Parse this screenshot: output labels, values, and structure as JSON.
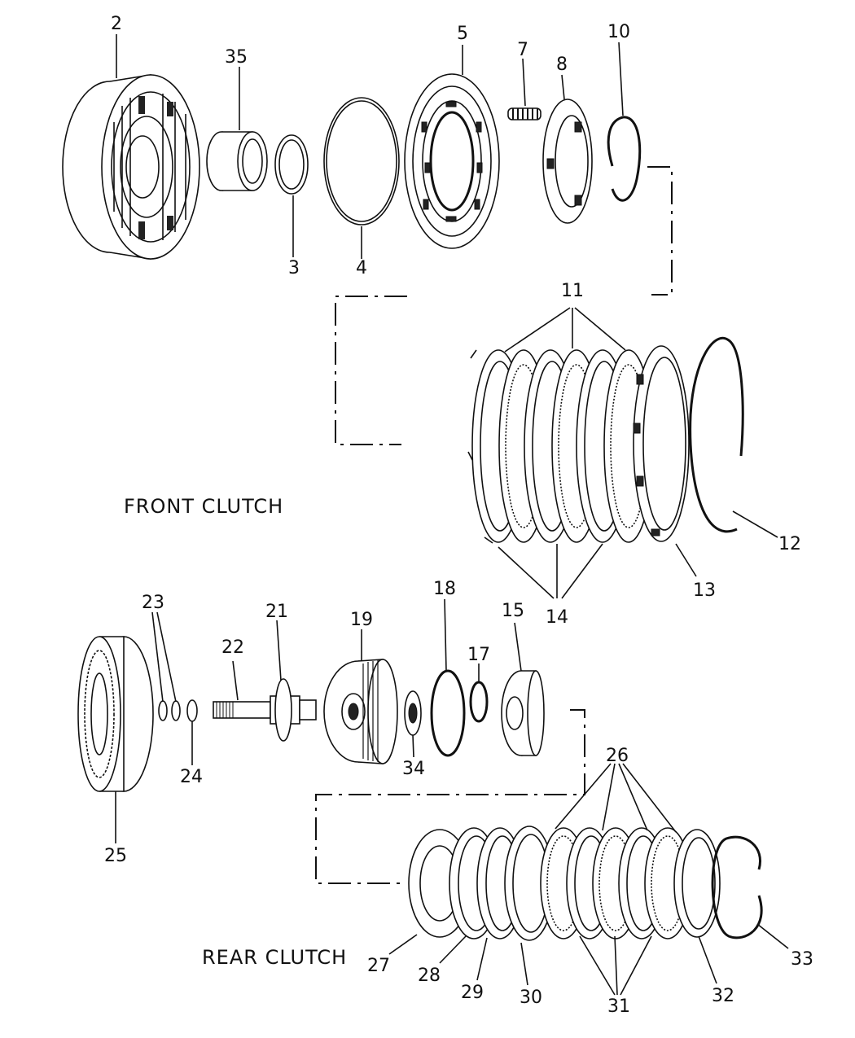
{
  "sections": {
    "front": "FRONT CLUTCH",
    "rear": "REAR CLUTCH"
  },
  "callouts": {
    "c2": "2",
    "c35": "35",
    "c3": "3",
    "c4": "4",
    "c5": "5",
    "c7": "7",
    "c8": "8",
    "c10": "10",
    "c11": "11",
    "c12": "12",
    "c13": "13",
    "c14": "14",
    "c15": "15",
    "c17": "17",
    "c18": "18",
    "c19": "19",
    "c21": "21",
    "c22": "22",
    "c23": "23",
    "c24": "24",
    "c25": "25",
    "c26": "26",
    "c27": "27",
    "c28": "28",
    "c29": "29",
    "c30": "30",
    "c31": "31",
    "c32": "32",
    "c33": "33",
    "c34": "34"
  }
}
